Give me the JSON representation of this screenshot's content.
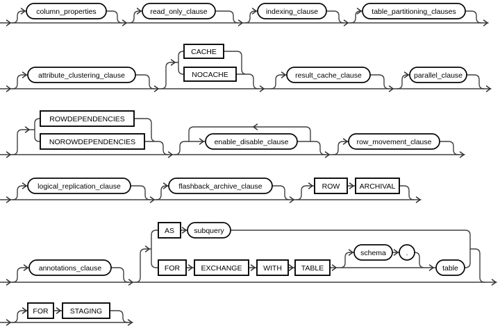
{
  "diagram": {
    "kind": "railroad-syntax-diagram",
    "subject": "table_properties",
    "colors": {
      "background": "#ffffff",
      "line": "#3f3f3f",
      "box_border": "#000000",
      "text": "#000000"
    },
    "syntax_rows": [
      "[ column_properties ] [ read_only_clause ] [ indexing_clause ] [ table_partitioning_clauses ]",
      "[ attribute_clustering_clause ] [ CACHE | NOCACHE ] [ result_cache_clause ] [ parallel_clause ]",
      "[ ROWDEPENDENCIES | NOROWDEPENDENCIES ] [ enable_disable_clause (repeatable) ] [ row_movement_clause ]",
      "[ logical_replication_clause ] [ flashback_archive_clause ] [ ROW ARCHIVAL ]",
      "[ annotations_clause ] [ AS subquery | FOR EXCHANGE WITH TABLE [ schema . ] table ]",
      "[ FOR STAGING ]"
    ]
  },
  "nodes": {
    "column_properties": {
      "label": "column_properties",
      "type": "clause"
    },
    "read_only_clause": {
      "label": "read_only_clause",
      "type": "clause"
    },
    "indexing_clause": {
      "label": "indexing_clause",
      "type": "clause"
    },
    "table_partitioning_clauses": {
      "label": "table_partitioning_clauses",
      "type": "clause"
    },
    "attribute_clustering_clause": {
      "label": "attribute_clustering_clause",
      "type": "clause"
    },
    "cache": {
      "label": "CACHE",
      "type": "keyword"
    },
    "nocache": {
      "label": "NOCACHE",
      "type": "keyword"
    },
    "result_cache_clause": {
      "label": "result_cache_clause",
      "type": "clause"
    },
    "parallel_clause": {
      "label": "parallel_clause",
      "type": "clause"
    },
    "rowdependencies": {
      "label": "ROWDEPENDENCIES",
      "type": "keyword"
    },
    "norowdependencies": {
      "label": "NOROWDEPENDENCIES",
      "type": "keyword"
    },
    "enable_disable_clause": {
      "label": "enable_disable_clause",
      "type": "clause",
      "repeatable": true
    },
    "row_movement_clause": {
      "label": "row_movement_clause",
      "type": "clause"
    },
    "logical_replication_clause": {
      "label": "logical_replication_clause",
      "type": "clause"
    },
    "flashback_archive_clause": {
      "label": "flashback_archive_clause",
      "type": "clause"
    },
    "row_kw": {
      "label": "ROW",
      "type": "keyword"
    },
    "archival_kw": {
      "label": "ARCHIVAL",
      "type": "keyword"
    },
    "annotations_clause": {
      "label": "annotations_clause",
      "type": "clause"
    },
    "as_kw": {
      "label": "AS",
      "type": "keyword"
    },
    "subquery": {
      "label": "subquery",
      "type": "clause"
    },
    "for_kw": {
      "label": "FOR",
      "type": "keyword"
    },
    "exchange_kw": {
      "label": "EXCHANGE",
      "type": "keyword"
    },
    "with_kw": {
      "label": "WITH",
      "type": "keyword"
    },
    "table_kw": {
      "label": "TABLE",
      "type": "keyword"
    },
    "schema": {
      "label": "schema",
      "type": "clause"
    },
    "dot": {
      "label": ".",
      "type": "punctuation"
    },
    "table_ref": {
      "label": "table",
      "type": "clause"
    },
    "for_staging_kw": {
      "label": "FOR",
      "type": "keyword"
    },
    "staging_kw": {
      "label": "STAGING",
      "type": "keyword"
    }
  }
}
